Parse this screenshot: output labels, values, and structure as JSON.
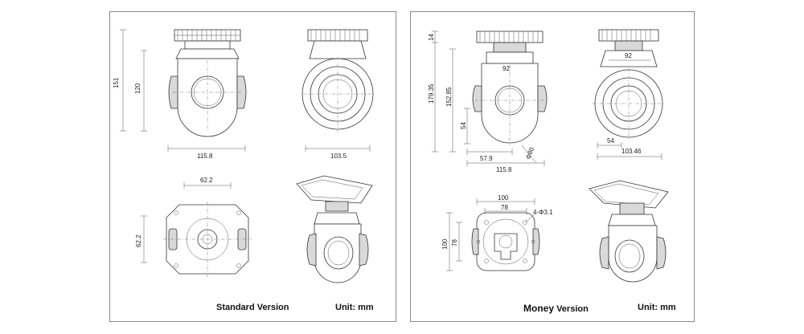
{
  "left": {
    "caption": "Standard Version",
    "unit": "Unit: mm",
    "dims": {
      "height_total": "151",
      "height_body": "120",
      "width_front": "115.8",
      "width_side": "103.5",
      "base_w": "62.2",
      "base_h": "62.2"
    }
  },
  "right": {
    "caption_bold": "Money",
    "caption_rest": " Version",
    "unit": "Unit: mm",
    "dims": {
      "h14": "14",
      "h179": "179.35",
      "h152": "152.85",
      "h54": "54",
      "top92a": "92",
      "w579": "57.9",
      "w1158": "115.8",
      "d80": "Φ80",
      "top92b": "92",
      "w54": "54",
      "w10346": "103.46",
      "b100": "100",
      "b78": "78",
      "holes": "4-Φ3.1",
      "v100": "100",
      "v78": "78"
    }
  }
}
